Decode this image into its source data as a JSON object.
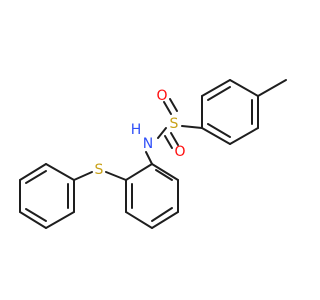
{
  "molecule": {
    "atoms": {
      "S_sulfonyl": {
        "label": "S",
        "color": "#c9a21a"
      },
      "O_top": {
        "label": "O",
        "color": "#ff0d0d"
      },
      "O_bottom": {
        "label": "O",
        "color": "#ff0d0d"
      },
      "N": {
        "label": "N",
        "color": "#3050f8"
      },
      "H": {
        "label": "H",
        "color": "#3050f8"
      },
      "S_thioether": {
        "label": "S",
        "color": "#c9a21a"
      }
    },
    "bond_color": "#1e1e1e"
  }
}
